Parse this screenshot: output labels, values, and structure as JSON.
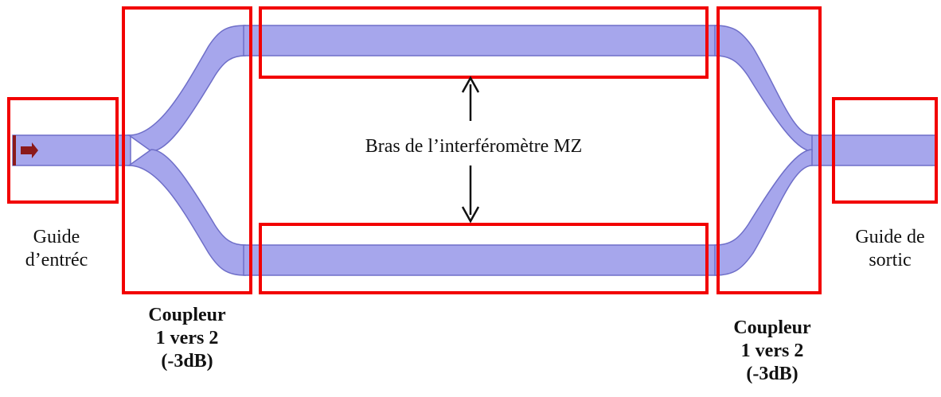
{
  "colors": {
    "waveguide_fill": "#A6A6EC",
    "waveguide_stroke": "#6E6EC8",
    "highlight_box": "#F20000",
    "arrow": "#111111",
    "source_marker": "#8B1A1A"
  },
  "labels": {
    "input_guide": {
      "line1": "Guide",
      "line2": "d’entréc"
    },
    "output_guide": {
      "line1": "Guide de",
      "line2": "sortic"
    },
    "arms": "Bras de l’interféromètre MZ",
    "coupler_left": {
      "line1": "Coupleur",
      "line2": "1 vers 2",
      "line3": "(-3dB)"
    },
    "coupler_right": {
      "line1": "Coupleur",
      "line2": "1 vers 2",
      "line3": "(-3dB)"
    }
  },
  "icons": {
    "source": "red-right-arrow-icon",
    "arrow_up": "arrow-up-icon",
    "arrow_down": "arrow-down-icon"
  }
}
